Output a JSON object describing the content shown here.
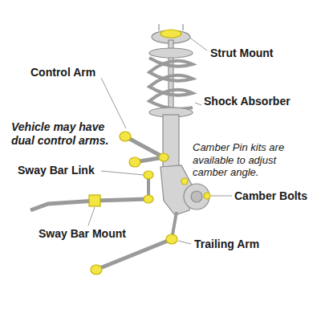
{
  "diagram": {
    "labels": [
      "Control Arm",
      "Strut Mount",
      "Shock Absorber",
      "Vehicle may have dual control arms.",
      "Camber Pin kits are available to adjust camber angle.",
      "Sway Bar Link",
      "Camber Bolts",
      "Sway Bar Mount",
      "Trailing Arm"
    ]
  }
}
